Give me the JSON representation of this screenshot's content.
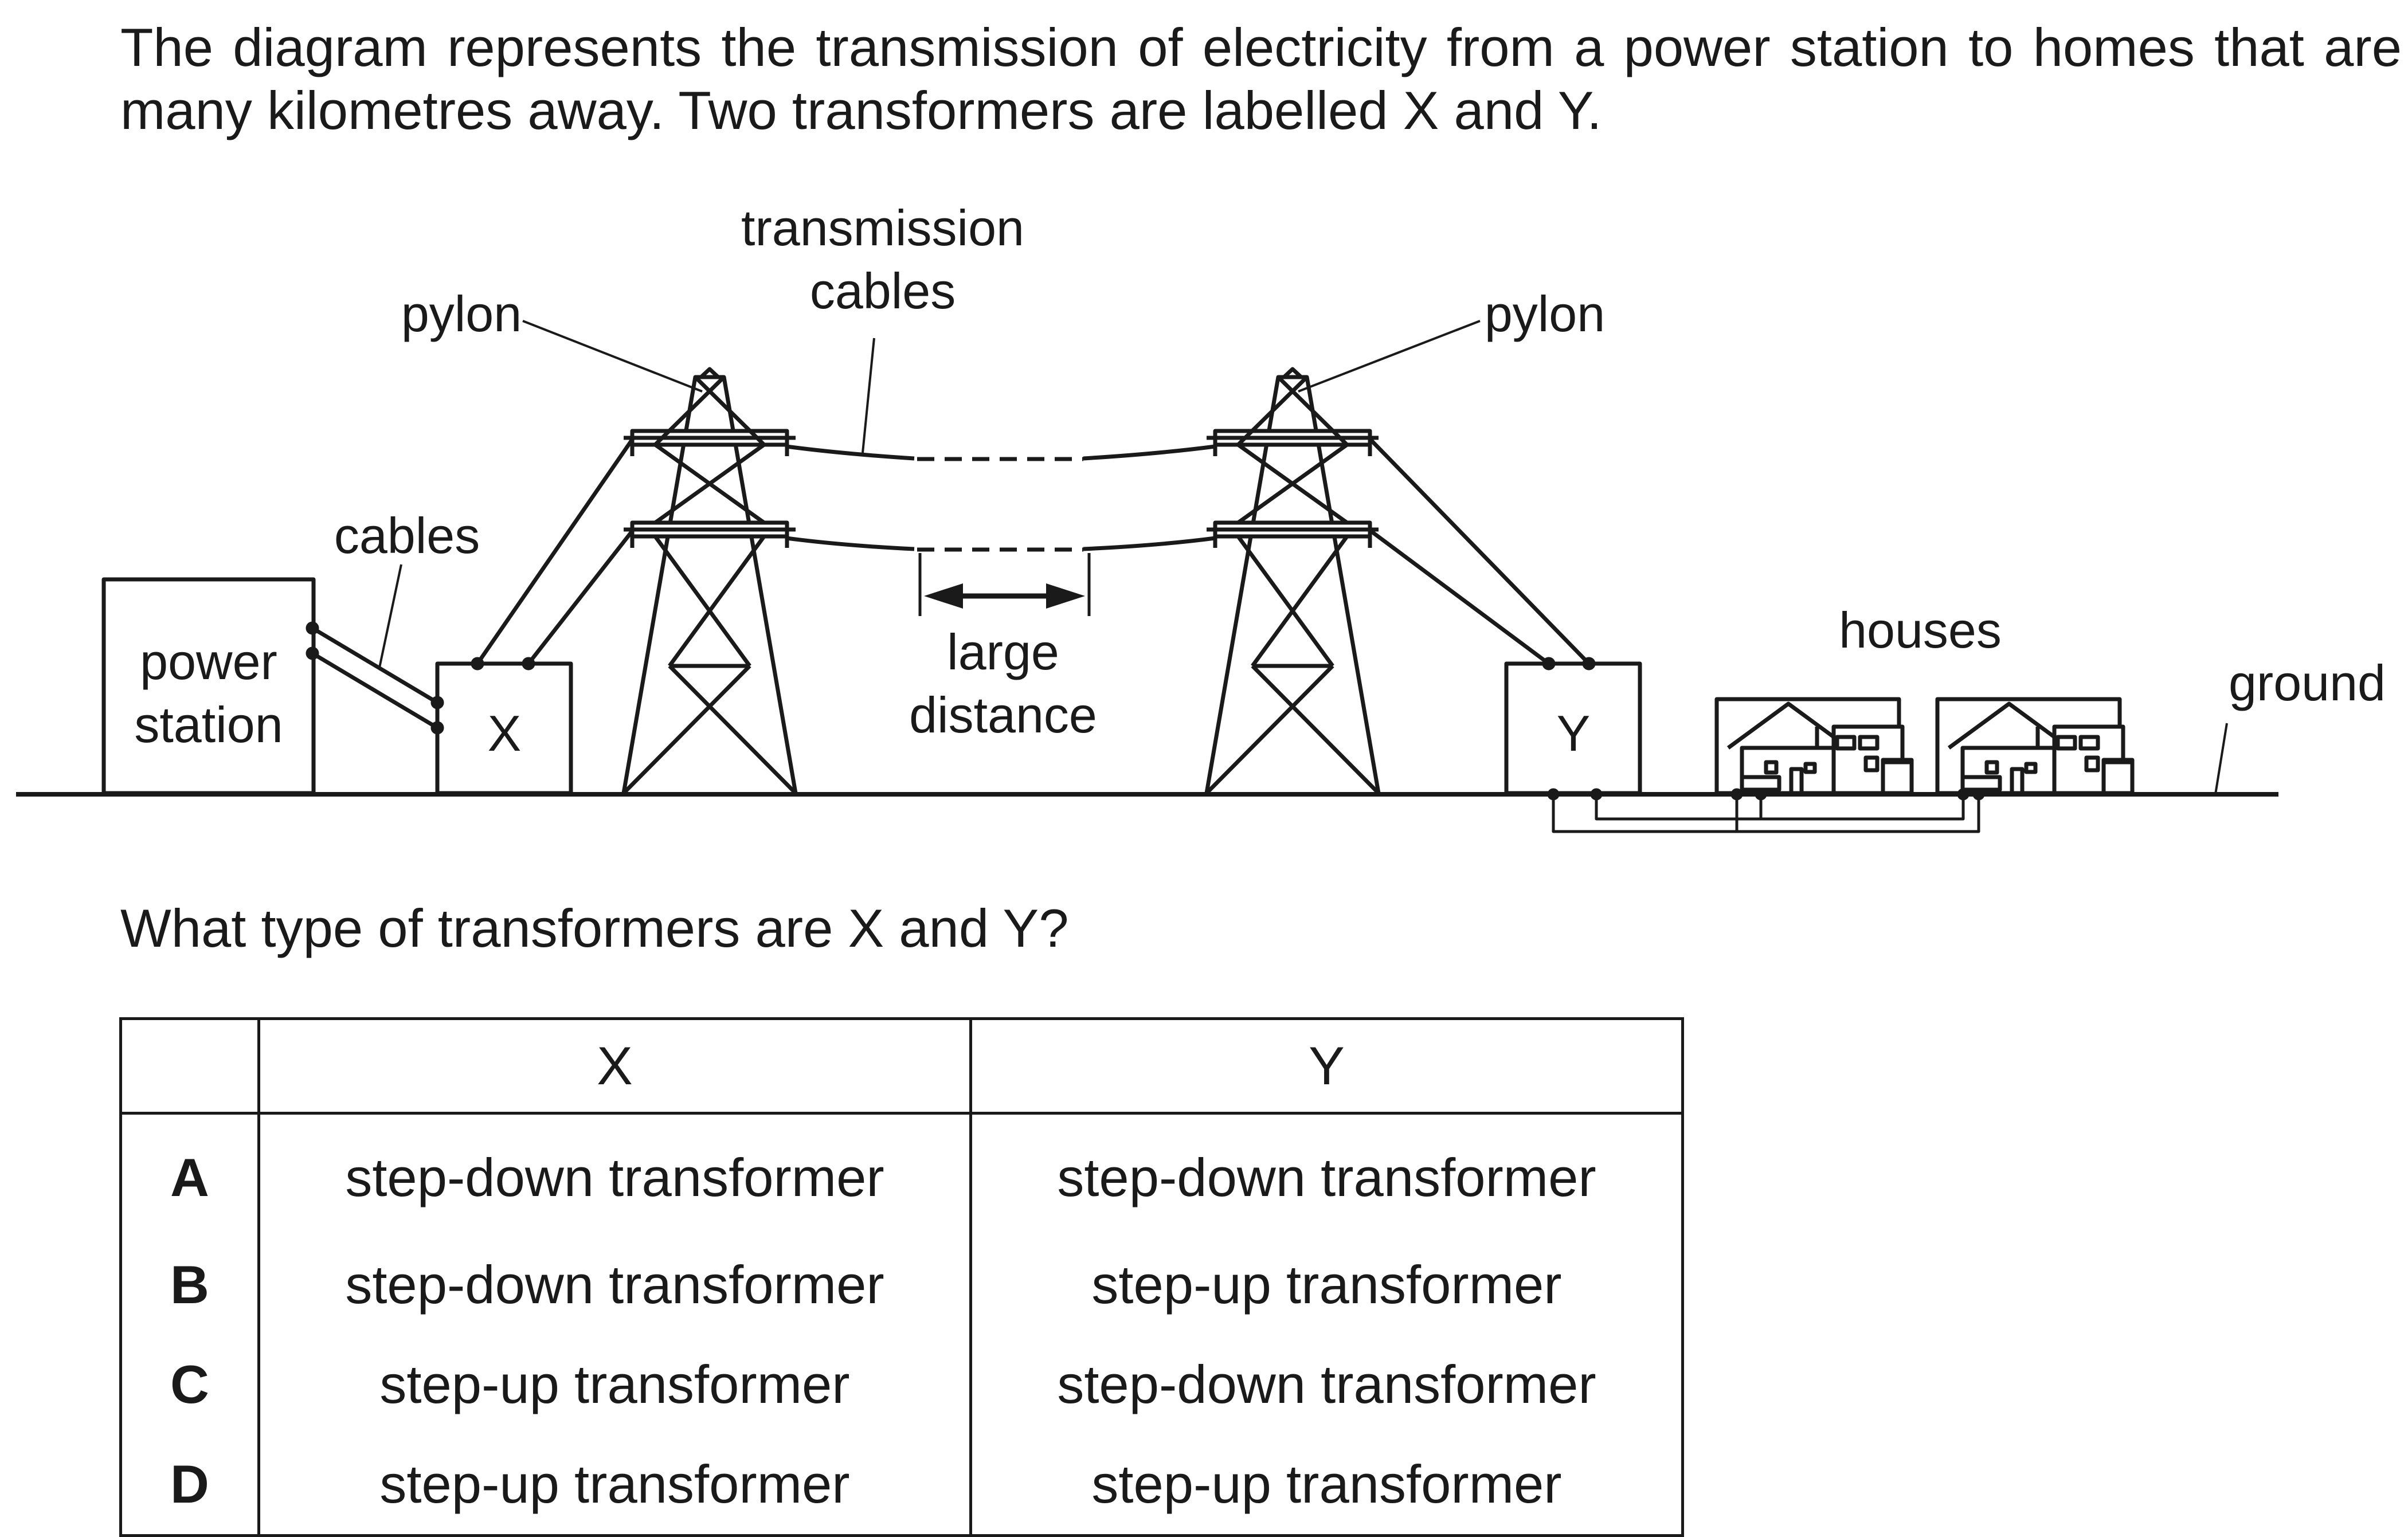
{
  "question": {
    "intro_line1": "The diagram represents the transmission of electricity from a power station to homes that are",
    "intro_line2": "many kilometres away. Two transformers are labelled X and Y.",
    "prompt": "What type of transformers are X and Y?"
  },
  "diagram": {
    "labels": {
      "power_station_line1": "power",
      "power_station_line2": "station",
      "cables": "cables",
      "transformer_x": "X",
      "transformer_y": "Y",
      "pylon_left": "pylon",
      "pylon_right": "pylon",
      "transmission_line1": "transmission",
      "transmission_line2": "cables",
      "distance_line1": "large",
      "distance_line2": "distance",
      "houses": "houses",
      "ground": "ground"
    }
  },
  "table": {
    "headers": {
      "x": "X",
      "y": "Y"
    },
    "rows": [
      {
        "letter": "A",
        "x": "step-down transformer",
        "y": "step-down transformer"
      },
      {
        "letter": "B",
        "x": "step-down transformer",
        "y": "step-up transformer"
      },
      {
        "letter": "C",
        "x": "step-up transformer",
        "y": "step-down transformer"
      },
      {
        "letter": "D",
        "x": "step-up transformer",
        "y": "step-up transformer"
      }
    ]
  }
}
